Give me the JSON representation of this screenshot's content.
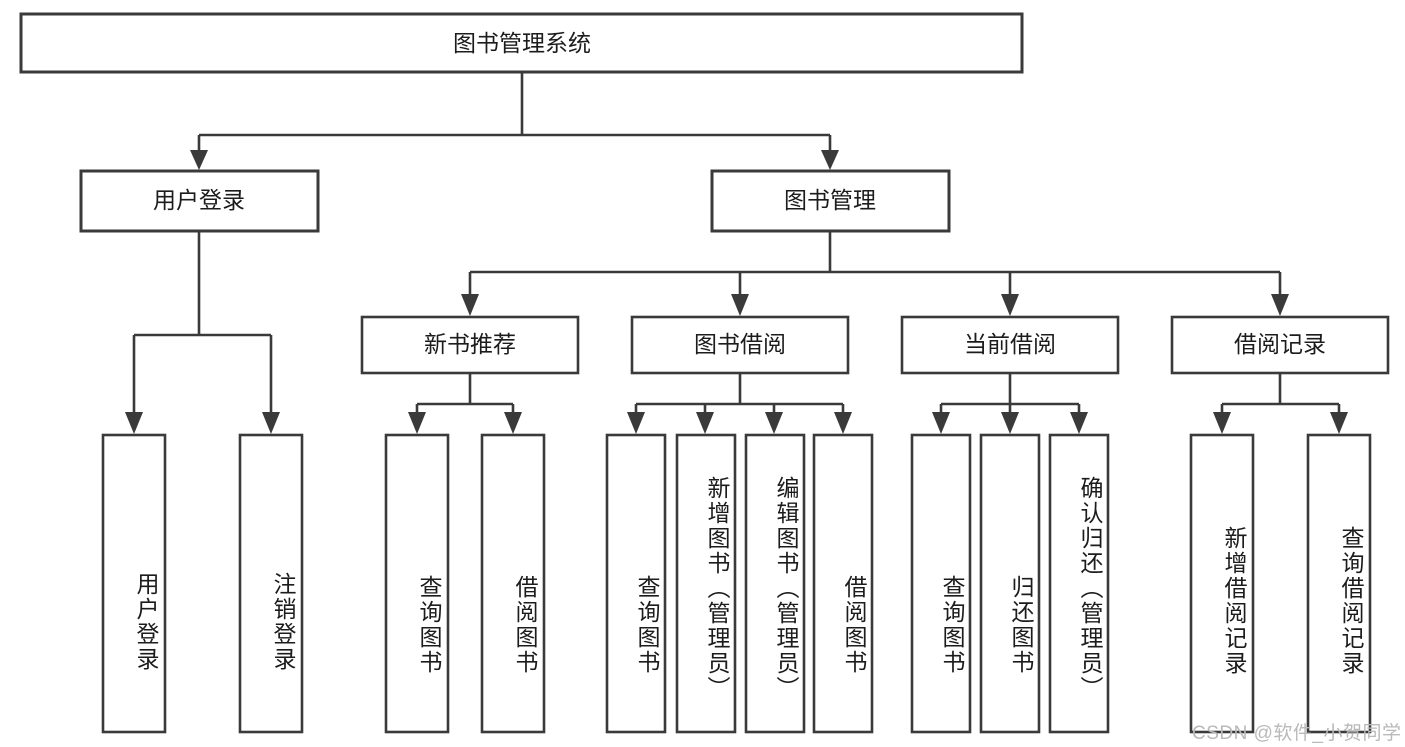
{
  "diagram": {
    "type": "hierarchy-tree",
    "title": "图书管理系统",
    "orientation": "top-down",
    "colors": {
      "box_stroke": "#3a3a3a",
      "box_fill": "#ffffff",
      "text": "#1c1c1c",
      "background": "#ffffff",
      "watermark": "#b9b9b9"
    },
    "root": {
      "label": "图书管理系统"
    },
    "level2": [
      {
        "id": "user-login",
        "label": "用户登录"
      },
      {
        "id": "book-manage",
        "label": "图书管理"
      }
    ],
    "level3": [
      {
        "id": "new-book-recommend",
        "label": "新书推荐",
        "parent": "book-manage"
      },
      {
        "id": "book-borrow",
        "label": "图书借阅",
        "parent": "book-manage"
      },
      {
        "id": "current-borrow",
        "label": "当前借阅",
        "parent": "book-manage"
      },
      {
        "id": "borrow-record",
        "label": "借阅记录",
        "parent": "book-manage"
      }
    ],
    "leaves": [
      {
        "id": "leaf-user-login",
        "label": "用户登录",
        "parent": "user-login"
      },
      {
        "id": "leaf-user-logout",
        "label": "注销登录",
        "parent": "user-login"
      },
      {
        "id": "leaf-query-book-1",
        "label": "查询图书",
        "parent": "new-book-recommend"
      },
      {
        "id": "leaf-borrow-book-1",
        "label": "借阅图书",
        "parent": "new-book-recommend"
      },
      {
        "id": "leaf-query-book-2",
        "label": "查询图书",
        "parent": "book-borrow"
      },
      {
        "id": "leaf-add-book",
        "label": "新增图书（管理员）",
        "parent": "book-borrow"
      },
      {
        "id": "leaf-edit-book",
        "label": "编辑图书（管理员）",
        "parent": "book-borrow"
      },
      {
        "id": "leaf-borrow-book-2",
        "label": "借阅图书",
        "parent": "book-borrow"
      },
      {
        "id": "leaf-query-book-3",
        "label": "查询图书",
        "parent": "current-borrow"
      },
      {
        "id": "leaf-return-book",
        "label": "归还图书",
        "parent": "current-borrow"
      },
      {
        "id": "leaf-confirm-return",
        "label": "确认归还（管理员）",
        "parent": "current-borrow"
      },
      {
        "id": "leaf-add-record",
        "label": "新增借阅记录",
        "parent": "borrow-record"
      },
      {
        "id": "leaf-query-record",
        "label": "查询借阅记录",
        "parent": "borrow-record"
      }
    ]
  },
  "watermark": {
    "text": "CSDN @软件_小贺同学"
  }
}
